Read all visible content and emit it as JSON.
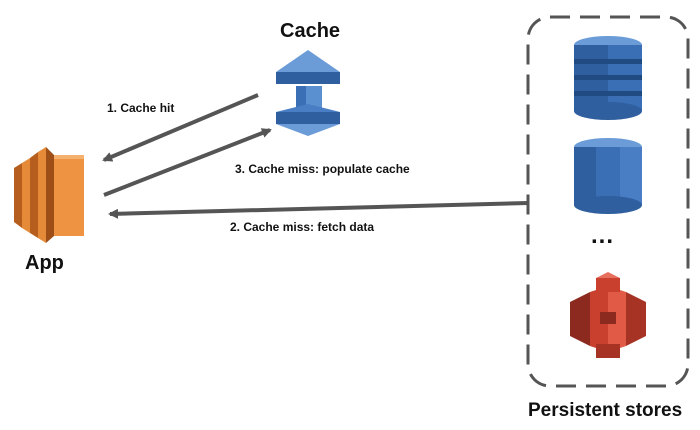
{
  "nodes": {
    "app": {
      "label": "App",
      "icon": "ec2-instance-icon",
      "color": "#E8883A"
    },
    "cache": {
      "label": "Cache",
      "icon": "elasticache-icon",
      "color": "#3B6FB6"
    },
    "stores": {
      "label": "Persistent stores",
      "icons": [
        "rds-database-icon",
        "dynamodb-table-icon",
        "s3-bucket-icon"
      ],
      "ellipsis": "...",
      "colors": {
        "database": "#3B6FB6",
        "s3": "#CC4B37"
      }
    }
  },
  "edges": {
    "cache_hit": "1. Cache hit",
    "fetch_data": "2. Cache miss: fetch data",
    "populate_cache": "3. Cache miss: populate cache"
  },
  "colors": {
    "arrow": "#555555",
    "border": "#555555"
  }
}
